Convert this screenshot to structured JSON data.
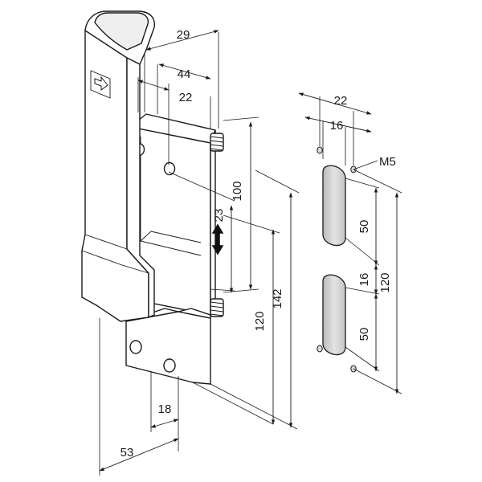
{
  "dimensions": {
    "d29": "29",
    "d44": "44",
    "d22_top": "22",
    "d100": "100",
    "d23": "23",
    "d120_left": "120",
    "d142": "142",
    "d18": "18",
    "d53": "53",
    "d22_plate": "22",
    "d16_top": "16",
    "m5": "M5",
    "d50_upper": "50",
    "d16_mid": "16",
    "d120_right": "120",
    "d50_lower": "50"
  },
  "colors": {
    "line": "#1a1a1a",
    "background": "#ffffff",
    "slot_fill": "#cfcfcf"
  }
}
